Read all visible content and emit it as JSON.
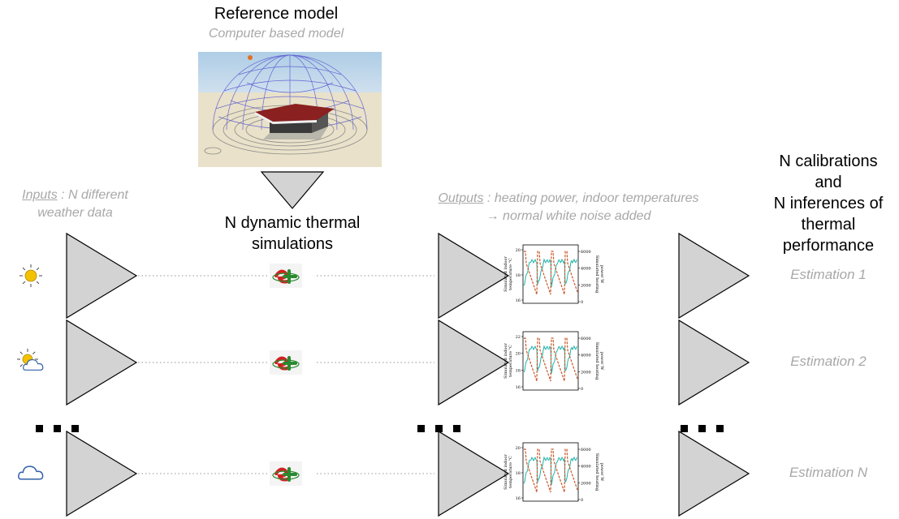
{
  "reference": {
    "title": "Reference model",
    "subtitle": "Computer based model"
  },
  "inputs": {
    "label": "Inputs",
    "text": " : N different",
    "text2": "weather data"
  },
  "simulations": {
    "line1": "N dynamic thermal",
    "line2": "simulations"
  },
  "outputs": {
    "label": "Outputs",
    "text": " : heating power, indoor temperatures",
    "text2": "→ normal white noise added"
  },
  "calibrations": {
    "line1": "N calibrations",
    "line2": "and",
    "line3": "N inferences of",
    "line4": "thermal",
    "line5": "performance"
  },
  "rows": [
    {
      "weather_icon": "sun-icon",
      "estimation": "Estimation 1",
      "plot": {
        "left_ticks": [
          "20",
          "18",
          "16"
        ],
        "right_ticks": [
          "6000",
          "4000",
          "2000",
          "0"
        ]
      }
    },
    {
      "weather_icon": "sun-cloud-icon",
      "estimation": "Estimation 2",
      "plot": {
        "left_ticks": [
          "22",
          "20",
          "18",
          "16"
        ],
        "right_ticks": [
          "6000",
          "4000",
          "2000",
          "0"
        ]
      }
    },
    {
      "weather_icon": "cloud-icon",
      "estimation": "Estimation N",
      "plot": {
        "left_ticks": [
          "20",
          "18",
          "16"
        ],
        "right_ticks": [
          "6000",
          "4000",
          "2000",
          "0"
        ]
      }
    }
  ],
  "plot_axis": {
    "left_label_1": "Simulated indoor",
    "left_label_2": "temperature °C",
    "right_label_1": "Simulated heating",
    "right_label_2": "power W"
  },
  "colors": {
    "triangle_fill": "#d3d3d3",
    "teal": "#20b2aa",
    "orange": "#c8582a",
    "sun": "#f2c200"
  }
}
